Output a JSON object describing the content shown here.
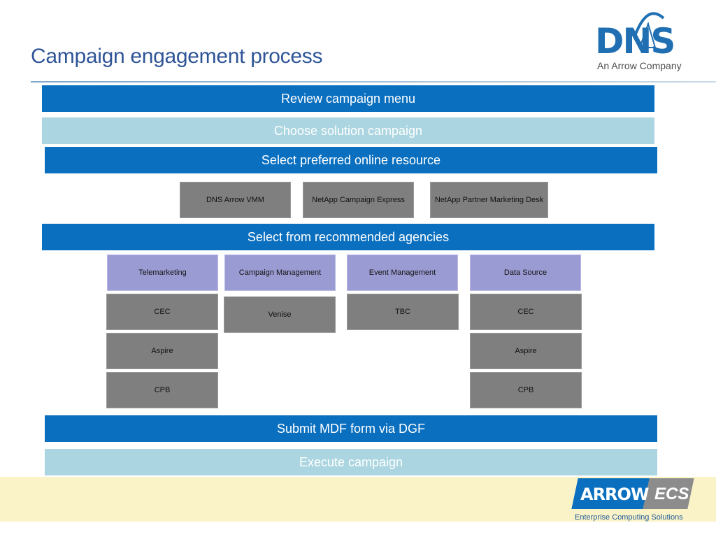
{
  "title": "Campaign engagement process",
  "logo": {
    "brand": "DNS",
    "subtitle": "An Arrow Company"
  },
  "steps": {
    "review": "Review campaign menu",
    "choose": "Choose solution campaign",
    "select_resource": "Select preferred online resource",
    "select_agencies": "Select from recommended agencies",
    "submit": "Submit MDF form via DGF",
    "execute": "Execute campaign"
  },
  "resources": [
    "DNS Arrow VMM",
    "NetApp Campaign Express",
    "NetApp Partner Marketing Desk"
  ],
  "agency_columns": [
    {
      "header": "Telemarketing",
      "items": [
        "CEC",
        "Aspire",
        "CPB"
      ]
    },
    {
      "header": "Campaign Management",
      "items": [
        "Venise"
      ]
    },
    {
      "header": "Event Management",
      "items": [
        "TBC"
      ]
    },
    {
      "header": "Data Source",
      "items": [
        "CEC",
        "Aspire",
        "CPB"
      ]
    }
  ],
  "footer_logo": {
    "brand": "ARROW",
    "ecs": "ECS",
    "tagline": "Enterprise Computing Solutions"
  },
  "colors": {
    "title": "#2f5597",
    "dark_bar": "#0a6fbf",
    "light_bar": "#abd5e0",
    "grey_box": "#7f7f7f",
    "lavender_box": "#9b9bd3",
    "footer": "#fbf3c8"
  }
}
